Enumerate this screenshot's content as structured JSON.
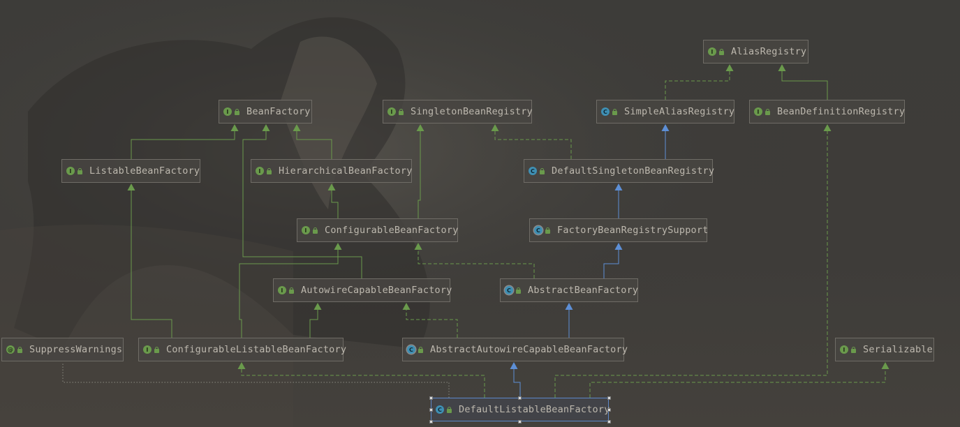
{
  "diagram": {
    "nodes": [
      {
        "id": "AliasRegistry",
        "label": "AliasRegistry",
        "kind": "I"
      },
      {
        "id": "BeanFactory",
        "label": "BeanFactory",
        "kind": "I"
      },
      {
        "id": "SingletonBeanRegistry",
        "label": "SingletonBeanRegistry",
        "kind": "I"
      },
      {
        "id": "SimpleAliasRegistry",
        "label": "SimpleAliasRegistry",
        "kind": "C"
      },
      {
        "id": "BeanDefinitionRegistry",
        "label": "BeanDefinitionRegistry",
        "kind": "I"
      },
      {
        "id": "ListableBeanFactory",
        "label": "ListableBeanFactory",
        "kind": "I"
      },
      {
        "id": "HierarchicalBeanFactory",
        "label": "HierarchicalBeanFactory",
        "kind": "I"
      },
      {
        "id": "DefaultSingletonBeanRegistry",
        "label": "DefaultSingletonBeanRegistry",
        "kind": "C"
      },
      {
        "id": "ConfigurableBeanFactory",
        "label": "ConfigurableBeanFactory",
        "kind": "I"
      },
      {
        "id": "FactoryBeanRegistrySupport",
        "label": "FactoryBeanRegistrySupport",
        "kind": "AC"
      },
      {
        "id": "AutowireCapableBeanFactory",
        "label": "AutowireCapableBeanFactory",
        "kind": "I"
      },
      {
        "id": "AbstractBeanFactory",
        "label": "AbstractBeanFactory",
        "kind": "AC"
      },
      {
        "id": "SuppressWarnings",
        "label": "SuppressWarnings",
        "kind": "AT"
      },
      {
        "id": "ConfigurableListableBeanFactory",
        "label": "ConfigurableListableBeanFactory",
        "kind": "I"
      },
      {
        "id": "AbstractAutowireCapableBeanFactory",
        "label": "AbstractAutowireCapableBeanFactory",
        "kind": "AC"
      },
      {
        "id": "Serializable",
        "label": "Serializable",
        "kind": "I"
      },
      {
        "id": "DefaultListableBeanFactory",
        "label": "DefaultListableBeanFactory",
        "kind": "C",
        "selected": true
      }
    ],
    "edges": [
      {
        "from": "SimpleAliasRegistry",
        "to": "AliasRegistry",
        "type": "implements"
      },
      {
        "from": "BeanDefinitionRegistry",
        "to": "AliasRegistry",
        "type": "extends-interface"
      },
      {
        "from": "ListableBeanFactory",
        "to": "BeanFactory",
        "type": "extends-interface"
      },
      {
        "from": "HierarchicalBeanFactory",
        "to": "BeanFactory",
        "type": "extends-interface"
      },
      {
        "from": "AutowireCapableBeanFactory",
        "to": "BeanFactory",
        "type": "extends-interface"
      },
      {
        "from": "DefaultSingletonBeanRegistry",
        "to": "SingletonBeanRegistry",
        "type": "implements"
      },
      {
        "from": "DefaultSingletonBeanRegistry",
        "to": "SimpleAliasRegistry",
        "type": "extends-class"
      },
      {
        "from": "ConfigurableBeanFactory",
        "to": "HierarchicalBeanFactory",
        "type": "extends-interface"
      },
      {
        "from": "ConfigurableBeanFactory",
        "to": "SingletonBeanRegistry",
        "type": "extends-interface"
      },
      {
        "from": "FactoryBeanRegistrySupport",
        "to": "DefaultSingletonBeanRegistry",
        "type": "extends-class"
      },
      {
        "from": "AbstractBeanFactory",
        "to": "ConfigurableBeanFactory",
        "type": "implements"
      },
      {
        "from": "AbstractBeanFactory",
        "to": "FactoryBeanRegistrySupport",
        "type": "extends-class"
      },
      {
        "from": "ConfigurableListableBeanFactory",
        "to": "ListableBeanFactory",
        "type": "extends-interface"
      },
      {
        "from": "ConfigurableListableBeanFactory",
        "to": "ConfigurableBeanFactory",
        "type": "extends-interface"
      },
      {
        "from": "ConfigurableListableBeanFactory",
        "to": "AutowireCapableBeanFactory",
        "type": "extends-interface"
      },
      {
        "from": "AbstractAutowireCapableBeanFactory",
        "to": "AutowireCapableBeanFactory",
        "type": "implements"
      },
      {
        "from": "AbstractAutowireCapableBeanFactory",
        "to": "AbstractBeanFactory",
        "type": "extends-class"
      },
      {
        "from": "DefaultListableBeanFactory",
        "to": "AbstractAutowireCapableBeanFactory",
        "type": "extends-class"
      },
      {
        "from": "DefaultListableBeanFactory",
        "to": "ConfigurableListableBeanFactory",
        "type": "implements"
      },
      {
        "from": "DefaultListableBeanFactory",
        "to": "BeanDefinitionRegistry",
        "type": "implements"
      },
      {
        "from": "DefaultListableBeanFactory",
        "to": "Serializable",
        "type": "implements"
      },
      {
        "from": "DefaultListableBeanFactory",
        "to": "SuppressWarnings",
        "type": "annotation"
      }
    ]
  },
  "colors": {
    "interface_edge": "#6a9a4c",
    "class_edge": "#5d8fd6",
    "annotation_edge": "#8a8a80",
    "node_text": "#bdb8ae"
  }
}
